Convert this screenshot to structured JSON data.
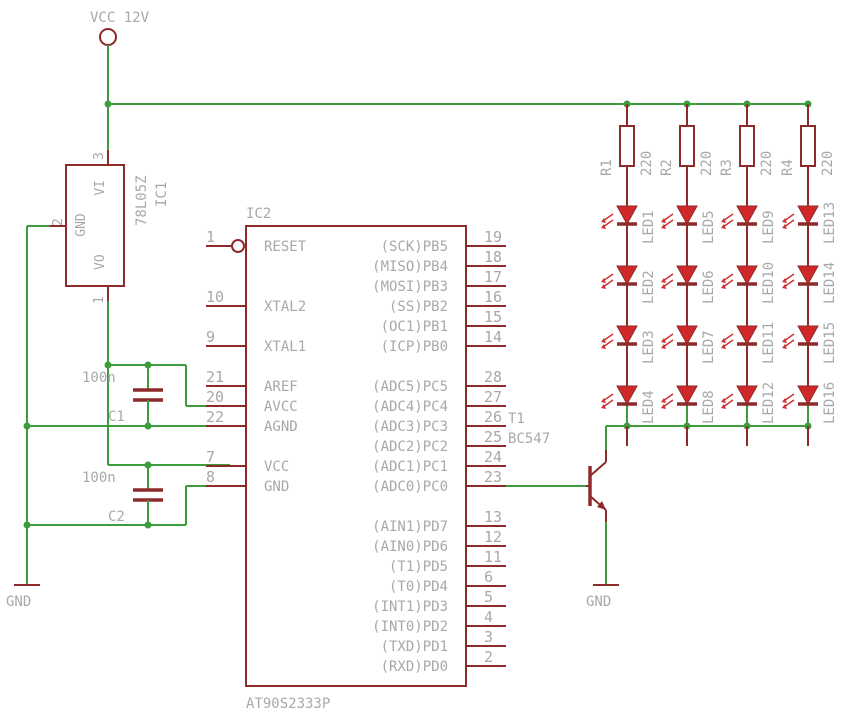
{
  "supply": {
    "vcc_label": "VCC 12V",
    "gnd_left": "GND",
    "gnd_right": "GND"
  },
  "ic1": {
    "name": "IC1",
    "value": "78L05Z",
    "vi": "VI",
    "vo": "VO",
    "gnd": "GND",
    "pin_vi": "3",
    "pin_gnd": "2",
    "pin_vo": "1"
  },
  "capacitors": [
    {
      "name": "C1",
      "value": "100n"
    },
    {
      "name": "C2",
      "value": "100n"
    }
  ],
  "ic2": {
    "name": "IC2",
    "value": "AT90S2333P",
    "left_pins": [
      {
        "num": "1",
        "label": "RESET"
      },
      {
        "num": "10",
        "label": "XTAL2"
      },
      {
        "num": "9",
        "label": "XTAL1"
      },
      {
        "num": "21",
        "label": "AREF"
      },
      {
        "num": "20",
        "label": "AVCC"
      },
      {
        "num": "22",
        "label": "AGND"
      },
      {
        "num": "7",
        "label": "VCC"
      },
      {
        "num": "8",
        "label": "GND"
      }
    ],
    "right_pins": [
      {
        "num": "19",
        "label": "(SCK)PB5"
      },
      {
        "num": "18",
        "label": "(MISO)PB4"
      },
      {
        "num": "17",
        "label": "(MOSI)PB3"
      },
      {
        "num": "16",
        "label": "(SS)PB2"
      },
      {
        "num": "15",
        "label": "(OC1)PB1"
      },
      {
        "num": "14",
        "label": "(ICP)PB0"
      },
      {
        "num": "28",
        "label": "(ADC5)PC5"
      },
      {
        "num": "27",
        "label": "(ADC4)PC4"
      },
      {
        "num": "26",
        "label": "(ADC3)PC3"
      },
      {
        "num": "25",
        "label": "(ADC2)PC2"
      },
      {
        "num": "24",
        "label": "(ADC1)PC1"
      },
      {
        "num": "23",
        "label": "(ADC0)PC0"
      },
      {
        "num": "13",
        "label": "(AIN1)PD7"
      },
      {
        "num": "12",
        "label": "(AIN0)PD6"
      },
      {
        "num": "11",
        "label": "(T1)PD5"
      },
      {
        "num": "6",
        "label": "(T0)PD4"
      },
      {
        "num": "5",
        "label": "(INT1)PD3"
      },
      {
        "num": "4",
        "label": "(INT0)PD2"
      },
      {
        "num": "3",
        "label": "(TXD)PD1"
      },
      {
        "num": "2",
        "label": "(RXD)PD0"
      }
    ]
  },
  "transistor": {
    "name": "T1",
    "value": "BC547"
  },
  "resistors": [
    {
      "name": "R1",
      "value": "220"
    },
    {
      "name": "R2",
      "value": "220"
    },
    {
      "name": "R3",
      "value": "220"
    },
    {
      "name": "R4",
      "value": "220"
    }
  ],
  "leds": [
    "LED1",
    "LED2",
    "LED3",
    "LED4",
    "LED5",
    "LED6",
    "LED7",
    "LED8",
    "LED9",
    "LED10",
    "LED11",
    "LED12",
    "LED13",
    "LED14",
    "LED15",
    "LED16"
  ],
  "colors": {
    "wire": "#3c9d3c",
    "symbol": "#8e2a2a",
    "text": "#a8a8a8",
    "led": "#d02828"
  }
}
